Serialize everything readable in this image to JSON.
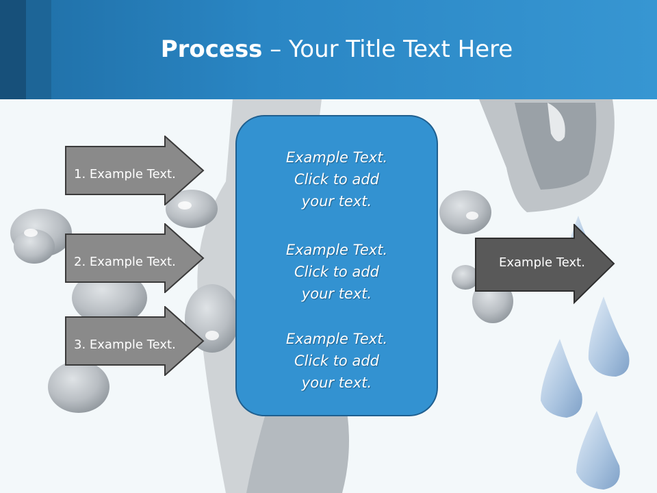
{
  "slide": {
    "title_bold": "Process",
    "title_rest": " – Your Title Text Here"
  },
  "steps": [
    {
      "label": "1. Example Text."
    },
    {
      "label": "2. Example Text."
    },
    {
      "label": "3. Example Text."
    }
  ],
  "center_panel": {
    "blocks": [
      "Example Text.\nClick  to add\nyour text.",
      "Example Text.\nClick  to add\nyour text.",
      "Example Text.\nClick  to add\nyour text."
    ]
  },
  "output": {
    "label": "Example Text."
  },
  "colors": {
    "header": "#2a86c4",
    "panel": "#3392d1",
    "step_arrow": "#8a8a8a",
    "output_arrow": "#595959"
  }
}
